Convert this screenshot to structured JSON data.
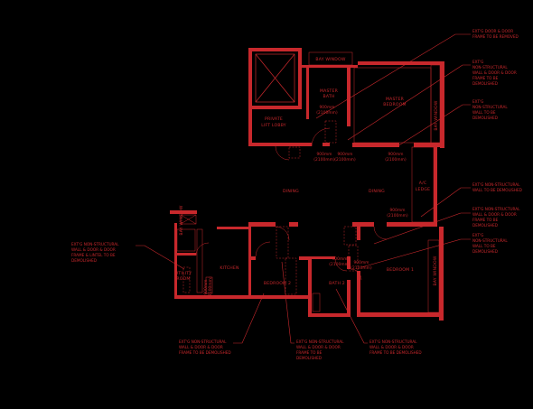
{
  "rooms": {
    "bay_window_top": "BAY WINDOW",
    "master_bath": [
      "MASTER",
      "BATH"
    ],
    "master_bedroom": [
      "MASTER",
      "BEDROOM"
    ],
    "bay_window_right": "BAY WINDOW",
    "private_lift_lobby": [
      "PRIVATE",
      "LIFT LOBBY"
    ],
    "dining_left": "DINING",
    "dining_right": "DINING",
    "ac_ledge": [
      "A/C",
      "LEDGE"
    ],
    "kitchen": "KITCHEN",
    "utility_room": [
      "UTILITY",
      "ROOM"
    ],
    "bedroom_2": "BEDROOM 2",
    "bath_2": "BATH 2",
    "bedroom_1": "BEDROOM 1",
    "bay_window_bedroom1": "BAY WINDOW",
    "bay_window_small": "BAY WINDOW"
  },
  "dimensions": {
    "d900_a": "900mm",
    "d900_b": "900mm",
    "d900_c": "900mm",
    "d900_d": "900mm",
    "d900_e": "900mm",
    "d900_f": "900mm",
    "d900_g": "900mm",
    "d900_h": "900mm",
    "d2100_a": "(2100mm)",
    "d2100_b": "(2100mm)",
    "d2100_c": "(2100mm)",
    "d2100_d": "(2100mm)",
    "d2100_e": "(2100mm)",
    "d2100_f": "(2100mm)",
    "d2100_g": "(2100mm)",
    "d2100_h": "(2100mm)"
  },
  "annotations": {
    "a1": [
      "EXT'G DOOR & DOOR",
      "FRAME TO BE REMOVED"
    ],
    "a2": [
      "EXT'G",
      "NON-STRUCTURAL",
      "WALL & DOOR & DOOR",
      "FRAME TO BE",
      "DEMOLISHED"
    ],
    "a3": [
      "EXT'G",
      "NON-STRUCTURAL",
      "WALL TO BE",
      "DEMOLISHED"
    ],
    "a4": [
      "EXT'G NON-STRUCTURAL",
      "WALL TO BE DEMOLISHED"
    ],
    "a5": [
      "EXT'G NON-STRUCTURAL",
      "WALL & DOOR & DOOR",
      "FRAME TO BE",
      "DEMOLISHED"
    ],
    "a6": [
      "EXT'G",
      "NON-STRUCTURAL",
      "WALL TO BE",
      "DEMOLISHED"
    ],
    "a7": [
      "EXT'G NON-STRUCTURAL",
      "WALL & DOOR & DOOR",
      "FRAME & LINTEL TO BE",
      "DEMOLISHED"
    ],
    "a8": [
      "EXT'G NON-STRUCTURAL",
      "WALL & DOOR & DOOR",
      "FRAME TO BE DEMOLISHED"
    ],
    "a9": [
      "EXT'G NON-STRUCTURAL",
      "WALL & DOOR & DOOR",
      "FRAME TO BE",
      "DEMOLISHED"
    ],
    "a10": [
      "EXT'G NON-STRUCTURAL",
      "WALL & DOOR & DOOR",
      "FRAME TO BE DEMOLISHED"
    ]
  },
  "colors": {
    "background": "#000000",
    "linework": "#c8282c"
  }
}
